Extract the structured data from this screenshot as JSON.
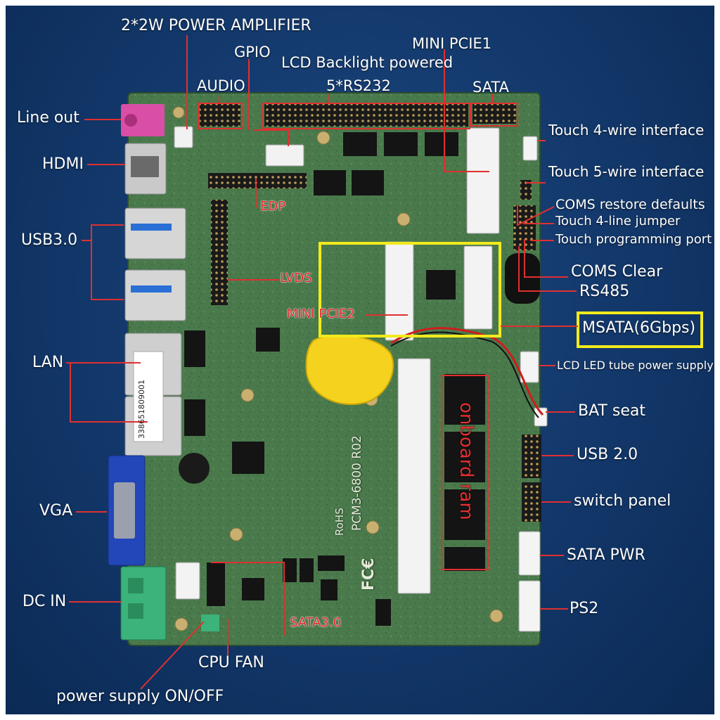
{
  "diagram": {
    "labels": {
      "power_amplifier": "2*2W POWER AMPLIFIER",
      "gpio": "GPIO",
      "audio": "AUDIO",
      "lcd_backlight": "LCD Backlight powered",
      "rs232": "5*RS232",
      "mini_pcie1": "MINI PCIE1",
      "sata": "SATA",
      "line_out": "Line out",
      "hdmi": "HDMI",
      "usb3": "USB3.0",
      "lan": "LAN",
      "vga": "VGA",
      "dc_in": "DC IN",
      "cpu_fan": "CPU FAN",
      "power_switch": "power supply ON/OFF",
      "touch4_interface": "Touch 4-wire interface",
      "touch5_interface": "Touch 5-wire interface",
      "cmos_defaults": "COMS restore defaults",
      "touch4_jumper": "Touch 4-line jumper",
      "touch_programming": "Touch programming port",
      "cmos_clear": "COMS Clear",
      "rs485": "RS485",
      "msata": "MSATA(6Gbps)",
      "lcd_led_supply": "LCD LED tube power supply",
      "bat_seat": "BAT seat",
      "usb2": "USB 2.0",
      "switch_panel": "switch panel",
      "sata_pwr": "SATA PWR",
      "ps2": "PS2",
      "edp": "EDP",
      "lvds": "LVDS",
      "mini_pcie2": "MINI PCIE2",
      "onboard_ram": "onboard ram",
      "sata3": "SATA3.0"
    },
    "board_marks": {
      "model": "PCM3-6800  R02",
      "rohs": "RoHS",
      "fc": "FC€",
      "serial": "338651809001"
    },
    "colors": {
      "background": "#143a6e",
      "board": "#4a7a4c",
      "leader_red": "#e03030",
      "highlight_yellow": "#f2ea1d",
      "battery_yellow": "#f5d21e"
    }
  }
}
